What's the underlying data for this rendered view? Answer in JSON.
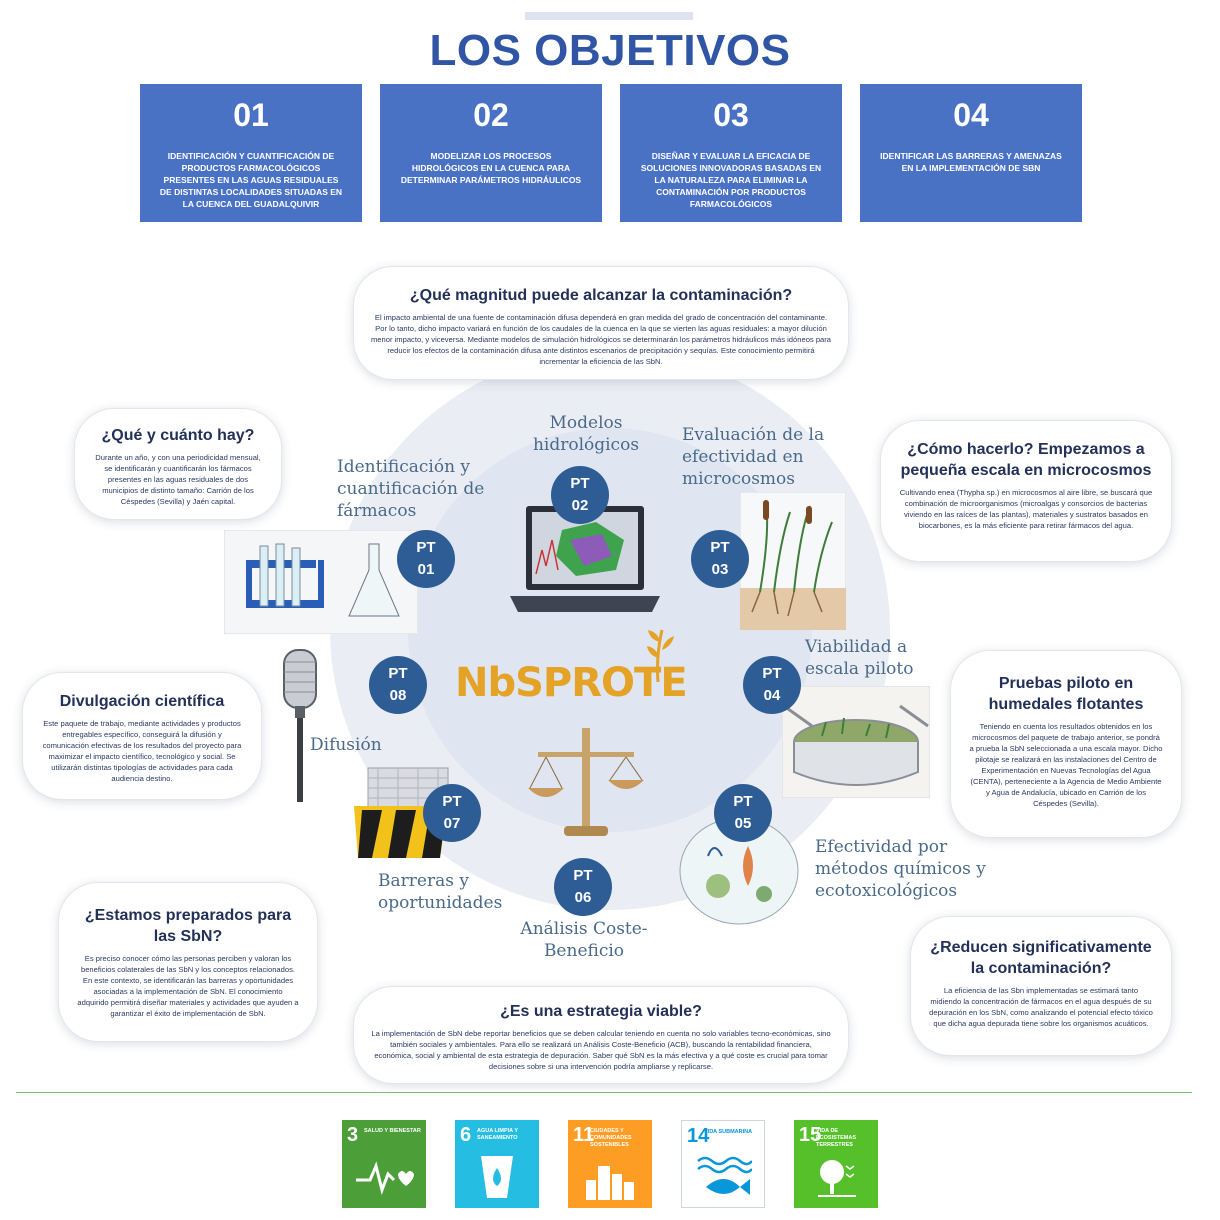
{
  "title": "LOS OBJETIVOS",
  "objectives": [
    {
      "num": "01",
      "text": "IDENTIFICACIÓN Y CUANTIFICACIÓN DE PRODUCTOS FARMACOLÓGICOS PRESENTES EN LAS AGUAS RESIDUALES DE DISTINTAS LOCALIDADES SITUADAS EN LA CUENCA DEL GUADALQUIVIR"
    },
    {
      "num": "02",
      "text": "MODELIZAR LOS PROCESOS HIDROLÓGICOS EN LA CUENCA PARA DETERMINAR PARÁMETROS HIDRÁULICOS"
    },
    {
      "num": "03",
      "text": "DISEÑAR Y EVALUAR LA EFICACIA DE SOLUCIONES INNOVADORAS BASADAS EN LA NATURALEZA PARA ELIMINAR LA CONTAMINACIÓN POR PRODUCTOS FARMACOLÓGICOS"
    },
    {
      "num": "04",
      "text": "IDENTIFICAR LAS BARRERAS Y AMENAZAS EN LA IMPLEMENTACIÓN DE SBN"
    }
  ],
  "cards": {
    "magnitud": {
      "title": "¿Qué magnitud puede alcanzar la contaminación?",
      "text": "El impacto ambiental de una fuente de contaminación difusa dependerá en gran medida del grado de concentración del contaminante. Por lo tanto, dicho impacto variará en función de los caudales de la cuenca en la que se vierten las aguas residuales: a mayor dilución menor impacto, y viceversa. Mediante modelos de simulación hidrológicos se determinarán los parámetros hidráulicos más idóneos para reducir los efectos de la contaminación difusa ante distintos escenarios de precipitación y sequías. Este conocimiento permitirá incrementar la eficiencia de las SbN."
    },
    "que_cuanto": {
      "title": "¿Qué y cuánto hay?",
      "text": "Durante un año, y con una periodicidad mensual, se identificarán y cuantificarán los fármacos presentes en las aguas residuales de dos municipios de distinto tamaño: Carrión de los Céspedes (Sevilla) y Jaén capital."
    },
    "como": {
      "title": "¿Cómo hacerlo? Empezamos a pequeña escala en microcosmos",
      "text": "Cultivando enea (Thypha sp.) en microcosmos al aire libre, se buscará que combinación de microorganismos (microalgas y consorcios de bacterias viviendo en las raíces de las plantas), materiales y sustratos basados en biocarbones, es la más eficiente para retirar fármacos del agua."
    },
    "divulgacion": {
      "title": "Divulgación científica",
      "text": "Este paquete de trabajo, mediante actividades y productos entregables específico, conseguirá la difusión y comunicación efectivas de los resultados del proyecto para maximizar el impacto científico, tecnológico y social. Se utilizarán distintas tipologías de actividades para cada audiencia destino."
    },
    "pruebas": {
      "title": "Pruebas piloto en humedales flotantes",
      "text": "Teniendo en cuenta los resultados obtenidos en los microcosmos del paquete de trabajo anterior, se pondrá a prueba la SbN seleccionada a una escala mayor. Dicho pilotaje se realizará en las instalaciones del Centro de Experimentación en Nuevas Tecnologías del Agua (CENTA), perteneciente a la Agencia de Medio Ambiente y Agua de Andalucía, ubicado en Carrión de los Céspedes (Sevilla)."
    },
    "preparados": {
      "title": "¿Estamos preparados para las SbN?",
      "text": "Es preciso conocer cómo las personas perciben y valoran los beneficios colaterales de las SbN y los conceptos relacionados. En este contexto, se identificarán las barreras y oportunidades asociadas a la implementación de SbN. El conocimiento adquirido permitirá diseñar materiales y actividades que ayuden a garantizar el éxito de implementación de SbN."
    },
    "reducen": {
      "title": "¿Reducen significativamente la contaminación?",
      "text": "La eficiencia de las Sbn implementadas se estimará tanto midiendo la concentración de fármacos en el agua después de su depuración en los SbN, como analizando el potencial efecto tóxico que dicha agua depurada tiene sobre los organismos acuáticos."
    },
    "viable": {
      "title": "¿Es una estrategia viable?",
      "text": "La implementación de SbN debe reportar beneficios que se deben calcular teniendo en cuenta no solo variables tecno-económicas, sino también sociales y ambientales. Para ello se realizará un Análisis Coste-Beneficio (ACB), buscando la rentabilidad financiera, económica, social y ambiental de esta estrategia de depuración. Saber qué SbN es la más efectiva y a qué coste es crucial para tomar decisiones sobre si una intervención podría ampliarse y replicarse."
    }
  },
  "pts": [
    {
      "top": "PT",
      "num": "01"
    },
    {
      "top": "PT",
      "num": "02"
    },
    {
      "top": "PT",
      "num": "03"
    },
    {
      "top": "PT",
      "num": "04"
    },
    {
      "top": "PT",
      "num": "05"
    },
    {
      "top": "PT",
      "num": "06"
    },
    {
      "top": "PT",
      "num": "07"
    },
    {
      "top": "PT",
      "num": "08"
    }
  ],
  "labels": {
    "pt01": "Identificación y cuantificación de fármacos",
    "pt02": "Modelos hidrológicos",
    "pt03": "Evaluación de la efectividad en microcosmos",
    "pt04": "Viabilidad a escala piloto",
    "pt05": "Efectividad por métodos químicos y ecotoxicológicos",
    "pt06": "Análisis Coste-Beneficio",
    "pt07": "Barreras y oportunidades",
    "pt08": "Difusión"
  },
  "logo": "NbSPROTE",
  "sdgs": [
    {
      "num": "3",
      "text": "SALUD Y BIENESTAR",
      "color": "#4c9f38"
    },
    {
      "num": "6",
      "text": "AGUA LIMPIA Y SANEAMIENTO",
      "color": "#26bde2"
    },
    {
      "num": "11",
      "text": "CIUDADES Y COMUNIDADES SOSTENIBLES",
      "color": "#fd9d24"
    },
    {
      "num": "14",
      "text": "VIDA SUBMARINA",
      "color": "#0a97d9"
    },
    {
      "num": "15",
      "text": "VIDA DE ECOSISTEMAS TERRESTRES",
      "color": "#56c02b"
    }
  ]
}
